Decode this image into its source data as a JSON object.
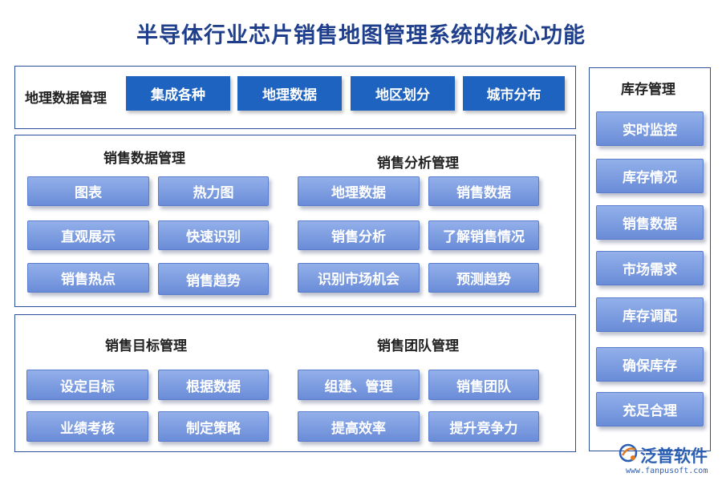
{
  "title": "半导体行业芯片销售地图管理系统的核心功能",
  "geo": {
    "label": "地理数据管理",
    "items": [
      "集成各种",
      "地理数据",
      "地区划分",
      "城市分布"
    ]
  },
  "sales_data": {
    "label": "销售数据管理",
    "items": [
      "图表",
      "热力图",
      "直观展示",
      "快速识别",
      "销售热点",
      "销售趋势"
    ]
  },
  "sales_analysis": {
    "label": "销售分析管理",
    "items": [
      "地理数据",
      "销售数据",
      "销售分析",
      "了解销售情况",
      "识别市场机会",
      "预测趋势"
    ]
  },
  "sales_target": {
    "label": "销售目标管理",
    "items": [
      "设定目标",
      "根据数据",
      "业绩考核",
      "制定策略"
    ]
  },
  "sales_team": {
    "label": "销售团队管理",
    "items": [
      "组建、管理",
      "销售团队",
      "提高效率",
      "提升竞争力"
    ]
  },
  "inventory": {
    "label": "库存管理",
    "items": [
      "实时监控",
      "库存情况",
      "销售数据",
      "市场需求",
      "库存调配",
      "确保库存",
      "充足合理"
    ]
  },
  "brand": {
    "name": "泛普软件",
    "url": "www.fanpusoft.com",
    "color": "#2b5fb3"
  }
}
